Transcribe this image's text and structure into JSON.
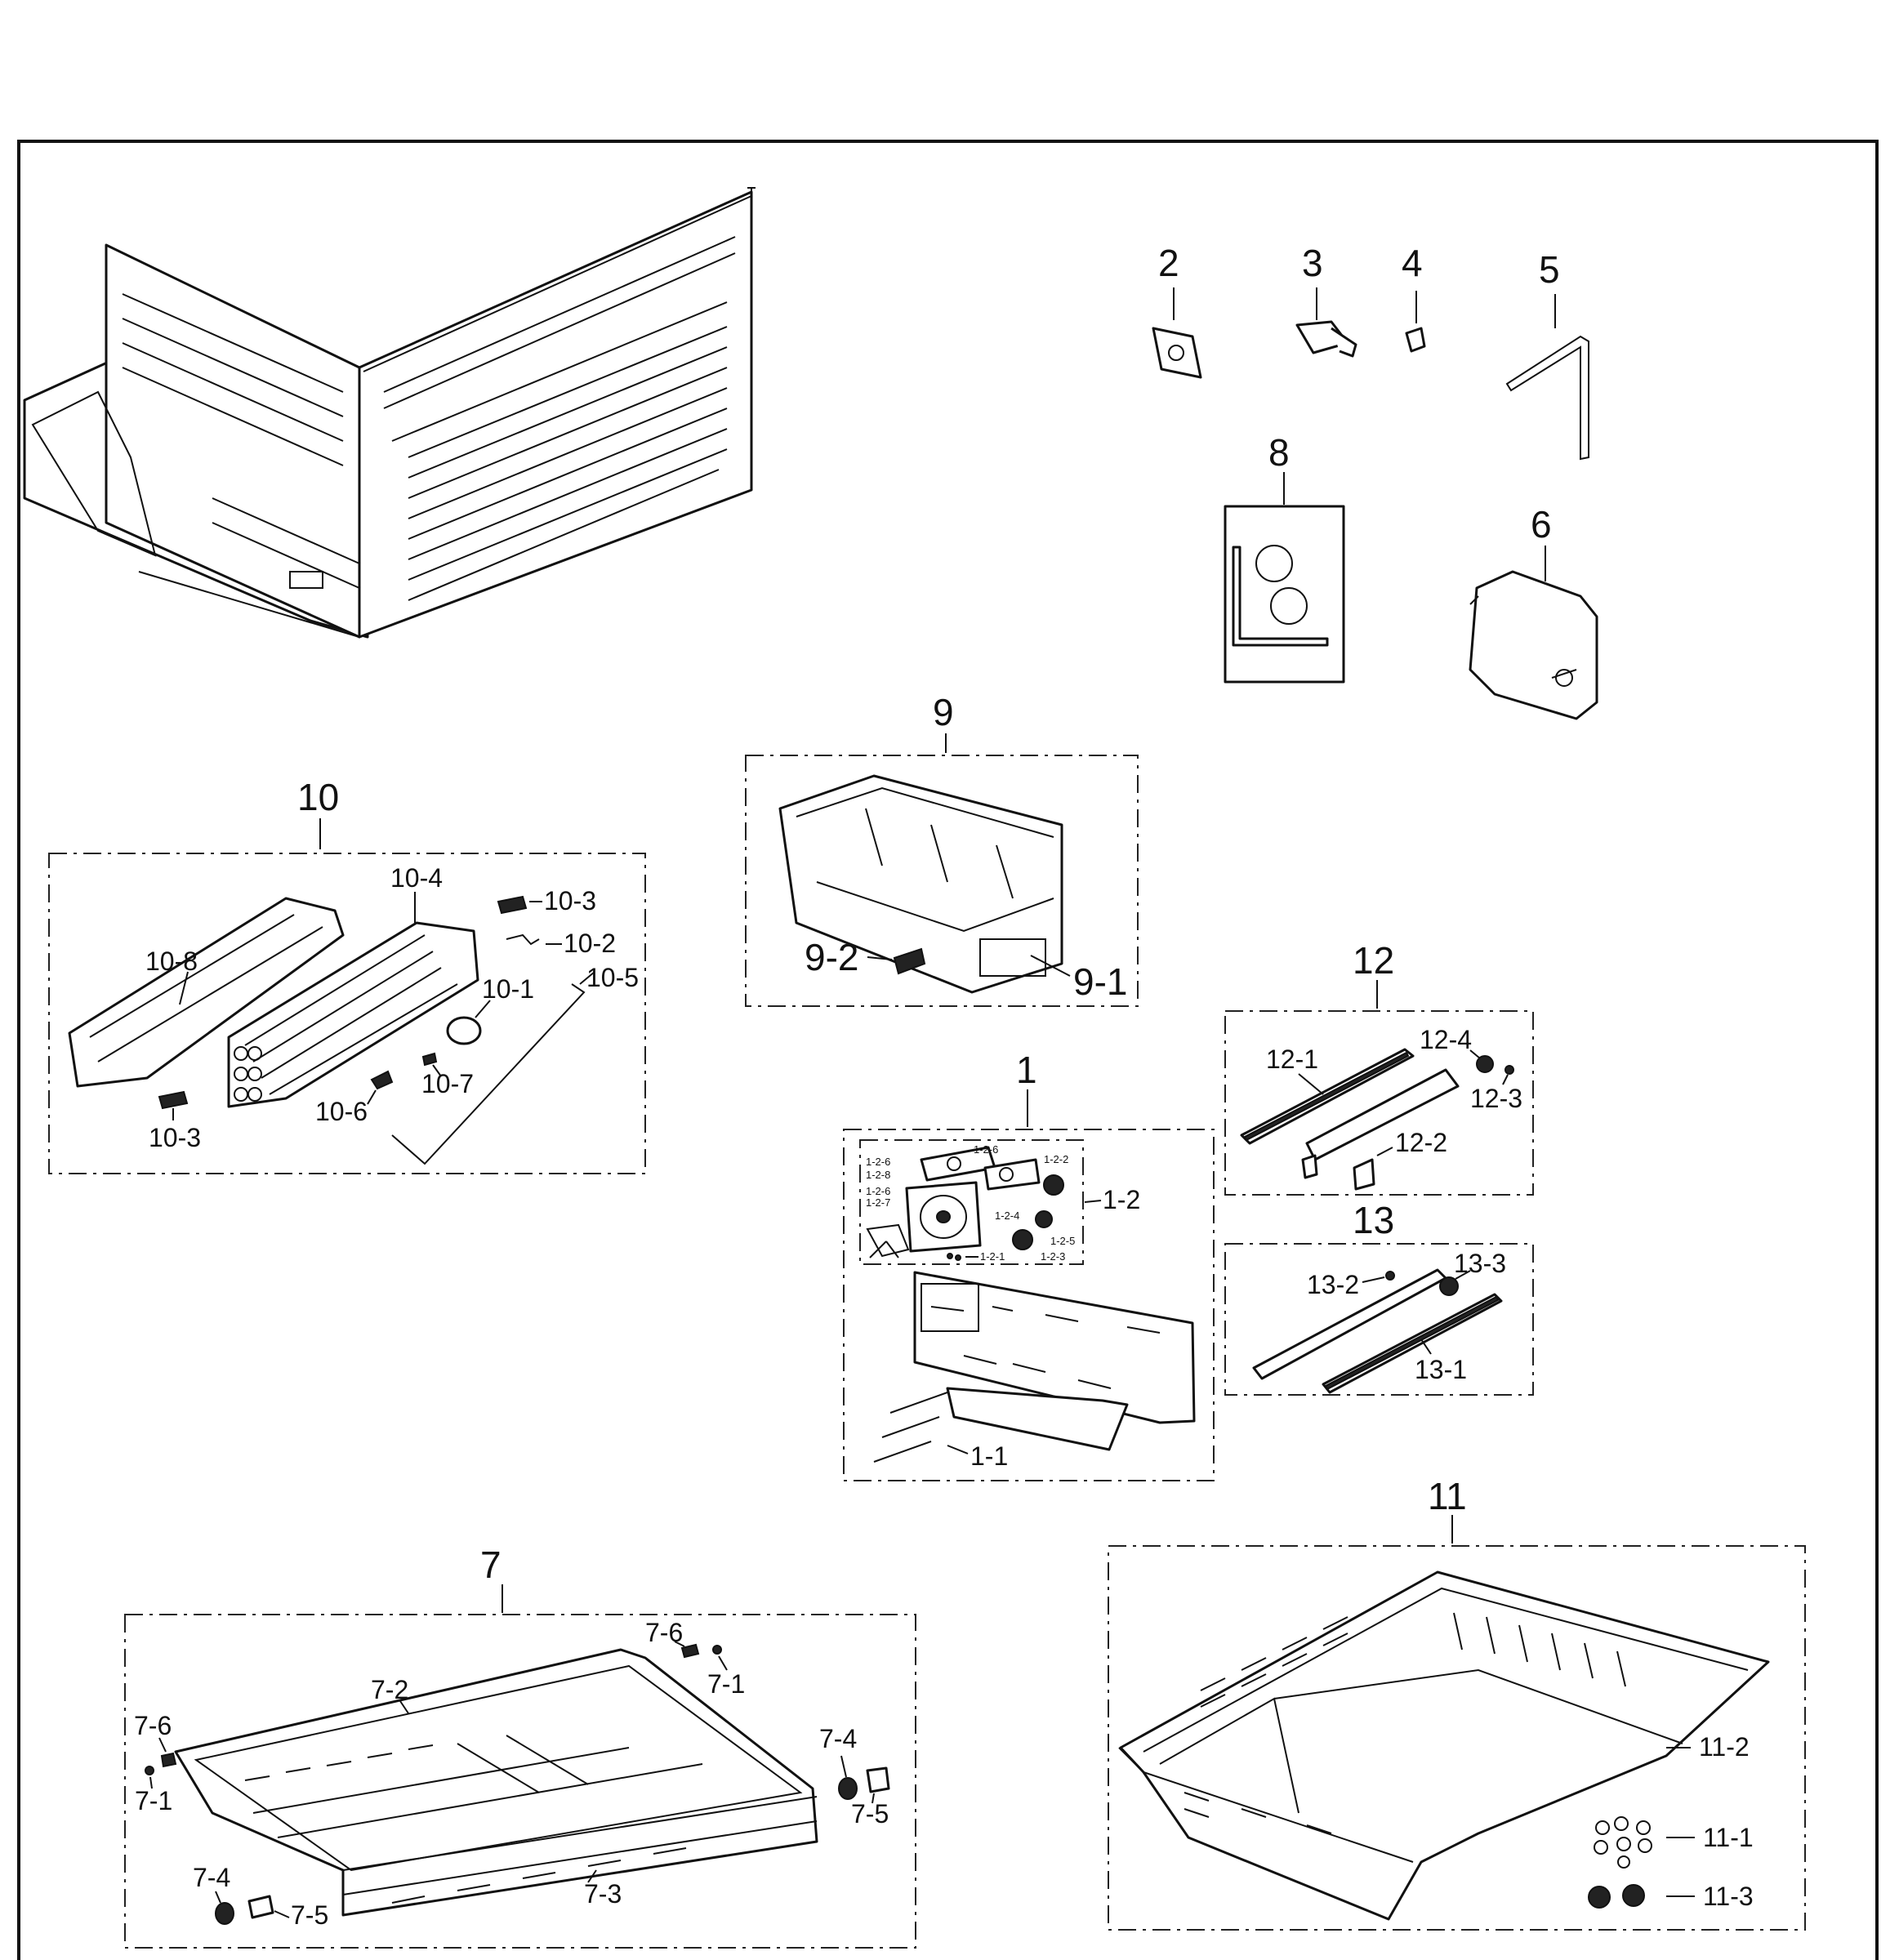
{
  "callouts": {
    "p1": "1",
    "p1_1": "1-1",
    "p1_2": "1-2",
    "p1_2_1": "1-2-1",
    "p1_2_2": "1-2-2",
    "p1_2_3": "1-2-3",
    "p1_2_4": "1-2-4",
    "p1_2_5": "1-2-5",
    "p1_2_6": "1-2-6",
    "p1_2_7": "1-2-7",
    "p1_2_8": "1-2-8",
    "p2": "2",
    "p3": "3",
    "p4": "4",
    "p5": "5",
    "p6": "6",
    "p7": "7",
    "p7_1": "7-1",
    "p7_2": "7-2",
    "p7_3": "7-3",
    "p7_4": "7-4",
    "p7_5": "7-5",
    "p7_6": "7-6",
    "p8": "8",
    "p9": "9",
    "p9_1": "9-1",
    "p9_2": "9-2",
    "p10": "10",
    "p10_1": "10-1",
    "p10_2": "10-2",
    "p10_3": "10-3",
    "p10_4": "10-4",
    "p10_5": "10-5",
    "p10_6": "10-6",
    "p10_7": "10-7",
    "p10_8": "10-8",
    "p11": "11",
    "p11_1": "11-1",
    "p11_2": "11-2",
    "p11_3": "11-3",
    "p12": "12",
    "p12_1": "12-1",
    "p12_2": "12-2",
    "p12_3": "12-3",
    "p12_4": "12-4",
    "p13": "13",
    "p13_1": "13-1",
    "p13_2": "13-2",
    "p13_3": "13-3"
  }
}
